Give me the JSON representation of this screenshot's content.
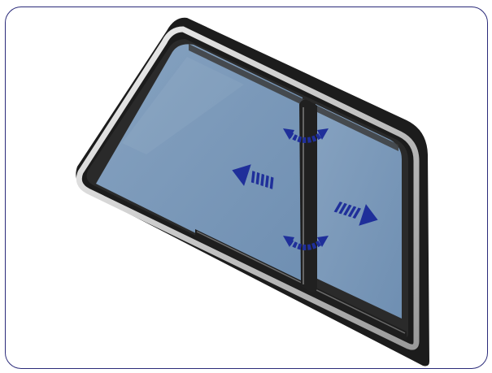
{
  "figure": {
    "subject": "sliding-window",
    "colors": {
      "panel_border": "#2b2b7a",
      "glass": "#7896b6",
      "glass_light": "#8aa6c3",
      "frame_dark": "#1a1a1a",
      "frame_mid": "#3a3a3a",
      "trim_silver": "#d8d8d8",
      "arrow_blue": "#1f2f9a",
      "arrow_dark": "#0d1a6b"
    },
    "arrows": [
      {
        "name": "slide-left-arrow",
        "icon": "arrow-left-icon",
        "meaning": "slide"
      },
      {
        "name": "slide-right-arrow",
        "icon": "arrow-right-icon",
        "meaning": "slide"
      },
      {
        "name": "pivot-arrow-top",
        "icon": "curved-double-arrow-icon",
        "meaning": "pivot"
      },
      {
        "name": "pivot-arrow-bottom",
        "icon": "curved-double-arrow-icon",
        "meaning": "pivot"
      }
    ]
  }
}
